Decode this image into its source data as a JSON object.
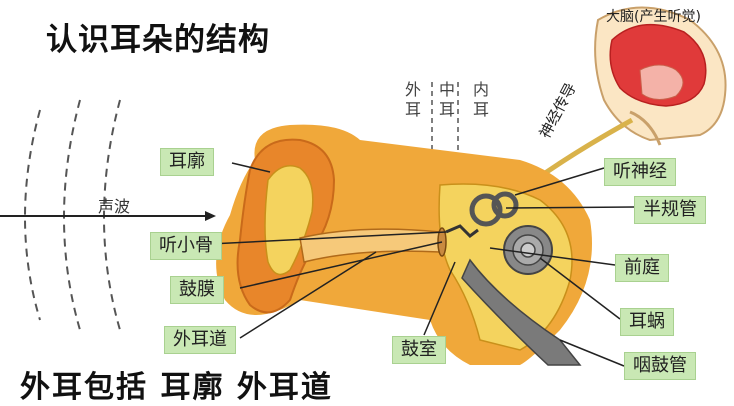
{
  "title": "认识耳朵的结构",
  "brain_label": "大脑(产生听觉)",
  "nerve_label": "神经传导",
  "sound_wave_label": "声波",
  "region_labels": {
    "outer": [
      "外",
      "耳"
    ],
    "middle": [
      "中",
      "耳"
    ],
    "inner": [
      "内",
      "耳"
    ]
  },
  "labels": {
    "auricle": "耳廓",
    "ossicles": "听小骨",
    "eardrum": "鼓膜",
    "ear_canal": "外耳道",
    "tympanic_cavity": "鼓室",
    "auditory_nerve": "听神经",
    "semicircular_canals": "半规管",
    "vestibule": "前庭",
    "cochlea": "耳蜗",
    "eustachian_tube": "咽鼓管"
  },
  "bottom_text": "外耳包括 耳廓 外耳道",
  "colors": {
    "label_bg": "#c9e8b4",
    "skin": "#f0a83a",
    "cartilage": "#f4d35e",
    "brain": "#e03a3a"
  }
}
